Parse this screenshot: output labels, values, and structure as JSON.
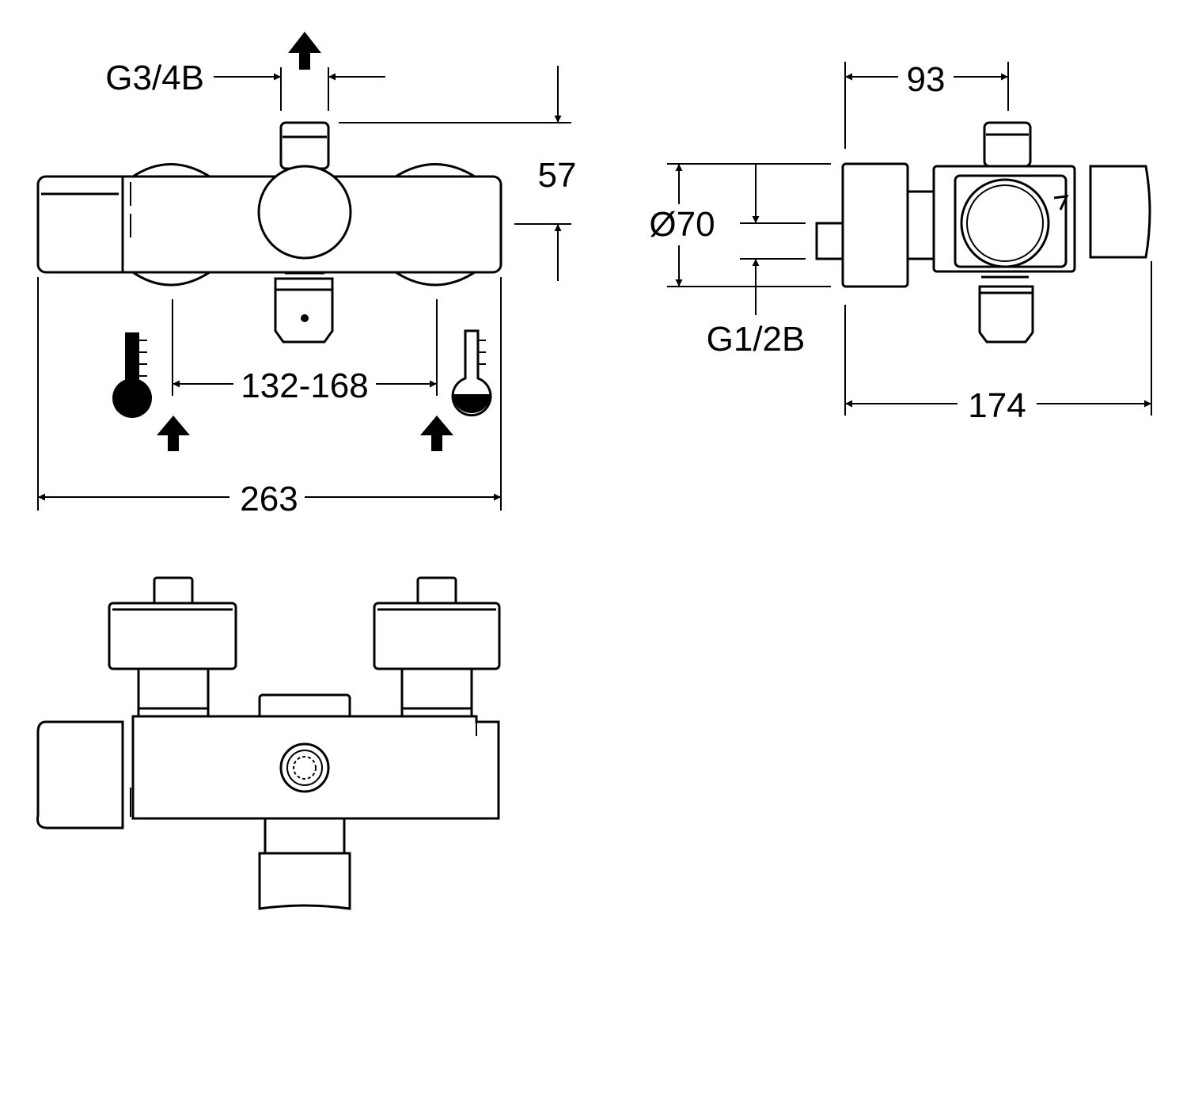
{
  "drawing": {
    "front_view": {
      "outlet_thread": "G3/4B",
      "height": "57",
      "inlet_spacing": "132-168",
      "overall_width": "263"
    },
    "side_view": {
      "depth_top": "93",
      "diameter": "Ø70",
      "inlet_thread": "G1/2B",
      "overall_depth": "174"
    },
    "symbols": {
      "hot_icon": "thermometer-hot-icon",
      "cold_icon": "thermometer-cold-icon",
      "flow_arrow_icon": "flow-up-arrow-icon"
    }
  }
}
